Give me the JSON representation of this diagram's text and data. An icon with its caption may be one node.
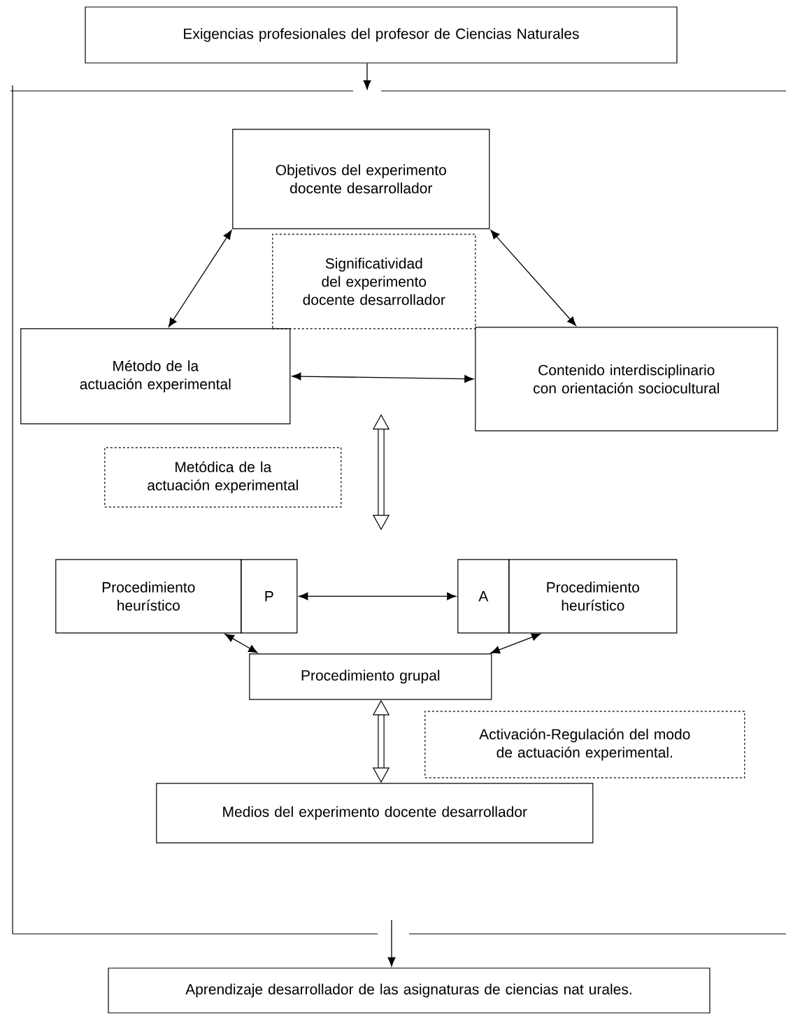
{
  "diagram": {
    "nodes": [
      {
        "text": [
          "Exigencias profesionales del profesor de Ciencias Naturales"
        ]
      },
      {
        "text": [],
        "shape": "box"
      },
      {
        "text": [
          "Objetivos del experimento docente desarrollador"
        ],
        "in": 1
      },
      {
        "text": [
          "Significatividad del experimento docente desarrollador"
        ],
        "in": 1
      },
      {
        "text": [
          "Método de la actuación experimental"
        ],
        "in": 1
      },
      {
        "text": [
          "Contenido interdisciplinario con orientación sociocultural"
        ],
        "in": 1
      },
      {
        "text": [
          "Metódica de la actuación experimental"
        ],
        "in": 1
      },
      {
        "text": [
          "Procedimiento heurístico"
        ],
        "in": 1
      },
      {
        "text": [
          "P"
        ],
        "in": 1
      },
      {
        "text": [
          "A"
        ],
        "in": 1
      },
      {
        "text": [
          "Procedimiento heurístico"
        ],
        "in": 1
      },
      {
        "text": [
          "Procedimiento grupal"
        ],
        "in": 1
      },
      {
        "text": [
          "Activación-Regulación del modo de actuación experimental."
        ],
        "in": 1
      },
      {
        "text": [
          "Medios del experimento docente desarrollador"
        ],
        "in": 1
      },
      {
        "text": [
          "Aprendizaje desarrollador de las asignaturas de ciencias nat urales."
        ]
      }
    ],
    "edges": [
      {
        "from": 0,
        "to": 1,
        "arrow": "to"
      },
      {
        "from": 2,
        "to": 4,
        "arrow": "both"
      },
      {
        "from": 2,
        "to": 5,
        "arrow": "both"
      },
      {
        "from": 4,
        "to": 5,
        "arrow": "both"
      },
      {
        "from": 8,
        "to": 9,
        "arrow": "both"
      },
      {
        "from": 7,
        "to": 11,
        "arrow": "both"
      },
      {
        "from": 10,
        "to": 11,
        "arrow": "both"
      },
      {
        "from": 11,
        "to": 13,
        "arrow": "both",
        "style": "thick"
      },
      {
        "from": 1,
        "to": 14,
        "arrow": "to"
      }
    ]
  }
}
